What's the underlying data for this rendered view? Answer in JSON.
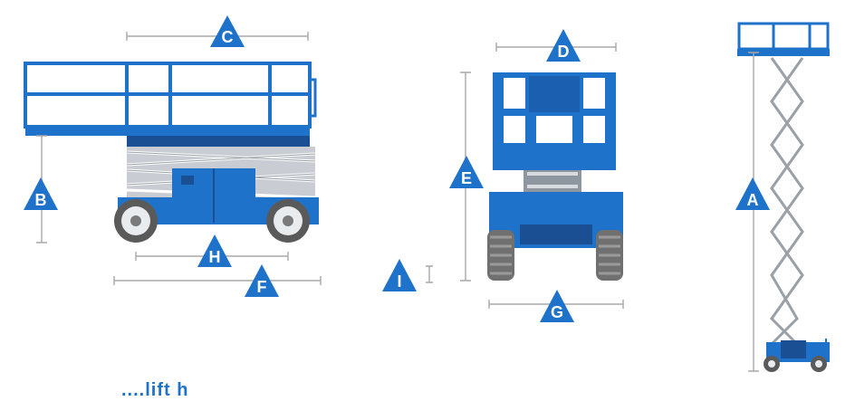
{
  "labels": {
    "A": "A",
    "B": "B",
    "C": "C",
    "D": "D",
    "E": "E",
    "F": "F",
    "G": "G",
    "H": "H",
    "I": "I"
  },
  "colors": {
    "marker_blue": "#1f72c9",
    "machine_blue": "#1f72c9",
    "machine_dark_blue": "#1b4f94",
    "dimension_line_grey": "#a8a8a8",
    "scissor_grey": "#c9cdd3",
    "background": "#ffffff"
  },
  "bottom_text": "....lift h"
}
